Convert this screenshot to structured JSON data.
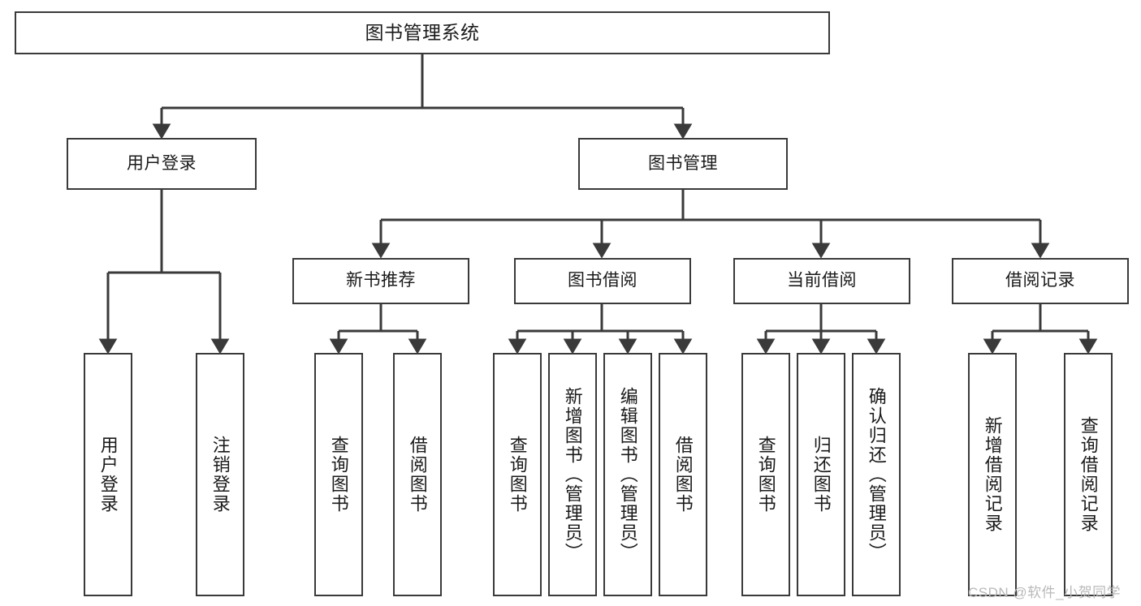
{
  "diagram": {
    "title": "图书管理系统",
    "type": "tree-hierarchy",
    "stroke_color": "#3a3a3a",
    "fill_color": "#ffffff",
    "text_color": "#1a1a1a",
    "root": {
      "label": "图书管理系统"
    },
    "level1": [
      {
        "label": "用户登录"
      },
      {
        "label": "图书管理"
      }
    ],
    "level2": [
      {
        "label": "新书推荐"
      },
      {
        "label": "图书借阅"
      },
      {
        "label": "当前借阅"
      },
      {
        "label": "借阅记录"
      }
    ],
    "leaves": [
      {
        "label": "用户登录",
        "parent": "用户登录"
      },
      {
        "label": "注销登录",
        "parent": "用户登录"
      },
      {
        "label": "查询图书",
        "parent": "新书推荐"
      },
      {
        "label": "借阅图书",
        "parent": "新书推荐"
      },
      {
        "label": "查询图书",
        "parent": "图书借阅"
      },
      {
        "label": "新增图书（管理员）",
        "parent": "图书借阅"
      },
      {
        "label": "编辑图书（管理员）",
        "parent": "图书借阅"
      },
      {
        "label": "借阅图书",
        "parent": "图书借阅"
      },
      {
        "label": "查询图书",
        "parent": "当前借阅"
      },
      {
        "label": "归还图书",
        "parent": "当前借阅"
      },
      {
        "label": "确认归还（管理员）",
        "parent": "当前借阅"
      },
      {
        "label": "新增借阅记录",
        "parent": "借阅记录"
      },
      {
        "label": "查询借阅记录",
        "parent": "借阅记录"
      }
    ]
  },
  "watermark": {
    "text": "CSDN @软件_小贺同学"
  }
}
